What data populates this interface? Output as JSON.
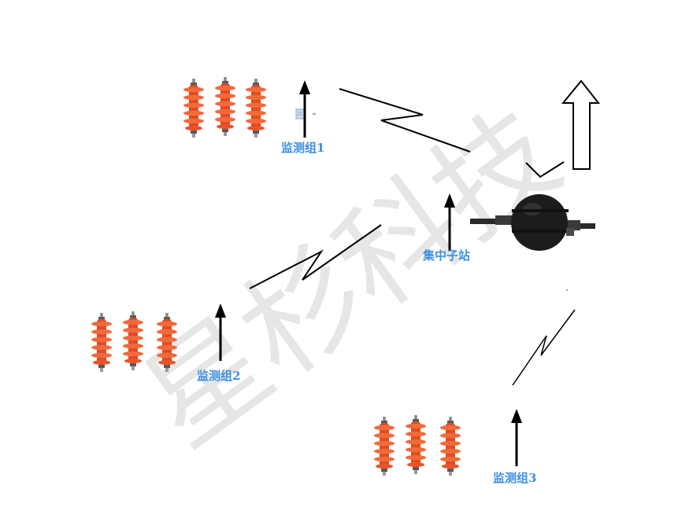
{
  "watermark": "星杉科技",
  "nodes": {
    "group1": "监测组1",
    "group2": "监测组2",
    "group3": "监测组3",
    "hub": "集中子站"
  },
  "colors": {
    "label": "#3e8fe0",
    "arrester": "#e8542b",
    "hub_body": "#1c1c1c",
    "line": "#000000"
  }
}
